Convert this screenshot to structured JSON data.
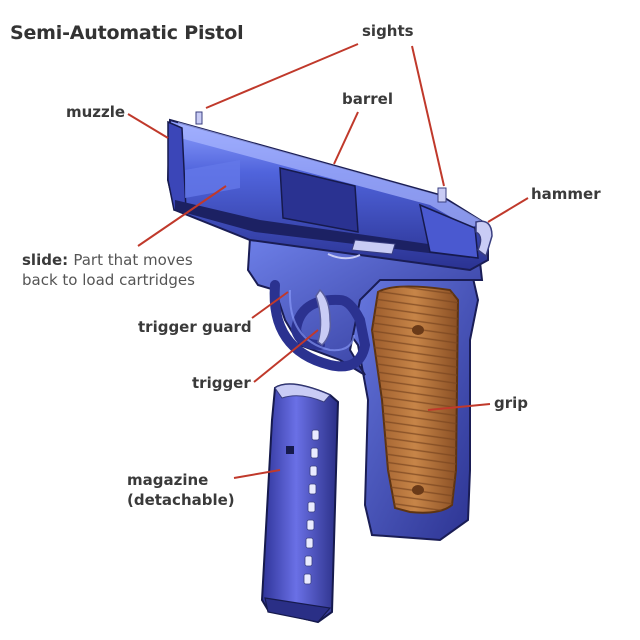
{
  "title": "Semi-Automatic Pistol",
  "labels": {
    "sights": "sights",
    "barrel": "barrel",
    "muzzle": "muzzle",
    "hammer": "hammer",
    "slide_term": "slide:",
    "slide_desc_line1": "Part that moves",
    "slide_desc_line2": "back to load cartridges",
    "trigger_guard": "trigger guard",
    "trigger": "trigger",
    "grip": "grip",
    "magazine_line1": "magazine",
    "magazine_line2": "(detachable)"
  },
  "colors": {
    "leader_line": "#c0392b",
    "steel_light": "#5b6fe0",
    "steel_mid": "#3a45b8",
    "steel_dark": "#22276e",
    "grip": "#b5733a",
    "grip_dark": "#7a4620",
    "magazine": "#4a4fc2"
  }
}
